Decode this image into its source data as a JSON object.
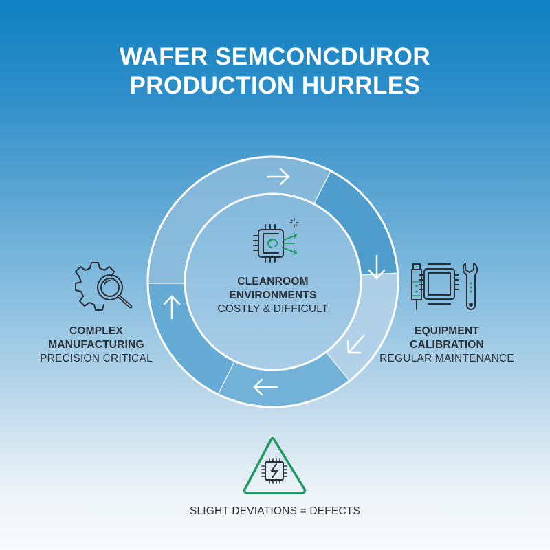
{
  "title": {
    "line1": "WAFER SEMCONCDUROR",
    "line2": "PRODUCTION HURRLES"
  },
  "center": {
    "icon": "chip-airflow-icon",
    "heading_line1": "CLEANROOM",
    "heading_line2": "ENVIRONMENTS",
    "subtitle": "COSTLY & DIFFICULT"
  },
  "left": {
    "icon": "gear-magnifier-icon",
    "heading_line1": "COMPLEX",
    "heading_line2": "MANUFACTURING",
    "subtitle": "PRECISION CRITICAL"
  },
  "right": {
    "icon": "chip-probe-wrench-icon",
    "heading_line1": "EQUIPMENT",
    "heading_line2": "CALIBRATION",
    "subtitle": "REGULAR MAINTENANCE"
  },
  "bottom": {
    "icon": "warning-chip-icon",
    "caption": "SLIGHT DEVIATIONS = DEFECTS"
  },
  "cycle": {
    "segments": [
      {
        "name": "top",
        "color": "#8dbcdc",
        "arrow": "right"
      },
      {
        "name": "upper-right",
        "color": "#4f9dcc",
        "arrow": "down"
      },
      {
        "name": "lower-right",
        "color": "#aacde6",
        "arrow": "down-left"
      },
      {
        "name": "bottom",
        "color": "#72b2d8",
        "arrow": "left"
      },
      {
        "name": "left",
        "color": "#66aad6",
        "arrow": "up"
      }
    ]
  },
  "colors": {
    "accent_green": "#1e9a60",
    "icon_dark": "#2a2f35",
    "ring_stroke": "#ffffff"
  }
}
